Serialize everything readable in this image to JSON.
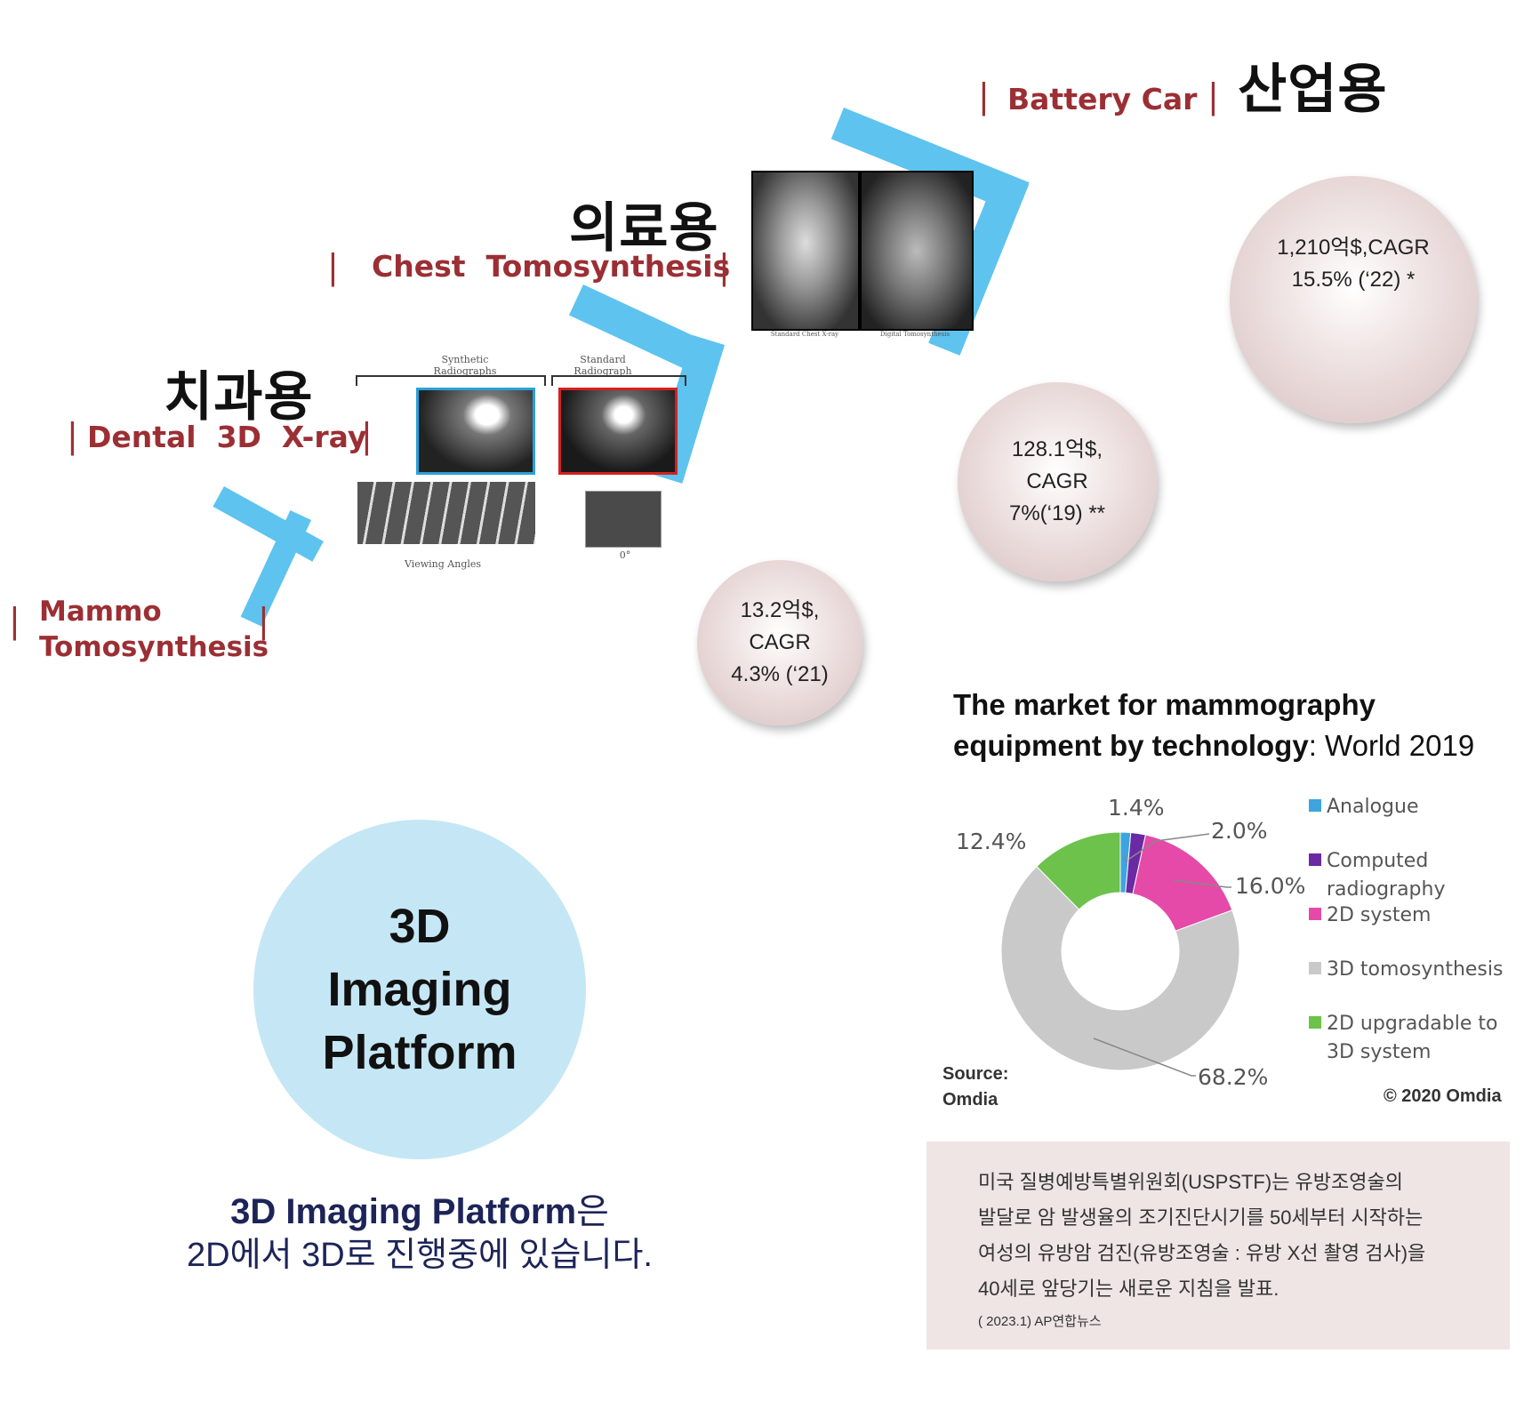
{
  "categories": {
    "mammo": {
      "en_line1": "Mammo",
      "en_line2": "Tomosynthesis"
    },
    "dental": {
      "ko": "치과용",
      "en": "Dental  3D  X-ray"
    },
    "chest": {
      "ko": "의료용",
      "en": "Chest  Tomosynthesis"
    },
    "industrial": {
      "ko": "산업용",
      "en": "Battery Car"
    }
  },
  "dental_figure": {
    "synthetic_label": "Synthetic Radiographs",
    "standard_label": "Standard Radiograph",
    "viewing_angles": "Viewing Angles",
    "zero_label": "0°"
  },
  "chest_figure": {
    "left_caption": "Standard Chest X-ray",
    "right_caption": "Digital Tomosynthesis"
  },
  "bubbles": {
    "mammo": [
      "13.2억$,",
      "CAGR",
      "4.3% (‘21)"
    ],
    "chest": [
      "128.1억$,",
      "CAGR",
      "7%(‘19) **"
    ],
    "industrial": [
      "1,210억$,CAGR",
      "15.5% (‘22) *"
    ]
  },
  "platform": {
    "circle_lines": [
      "3D",
      "Imaging",
      "Platform"
    ],
    "desc_bold": "3D Imaging Platform",
    "desc_suffix": "은",
    "desc_line2": "2D에서 3D로 진행중에 있습니다."
  },
  "chart_title": {
    "bold": "The market for mammography equipment by technology",
    "normal": ": World 2019"
  },
  "chart_data": {
    "type": "pie",
    "title": "The market for mammography equipment by technology: World 2019",
    "labels": [
      "Analogue",
      "Computed radiography",
      "2D system",
      "3D tomosynthesis",
      "2D upgradable to 3D system"
    ],
    "values": [
      1.4,
      2.0,
      16.0,
      68.2,
      12.4
    ],
    "value_labels": [
      "1.4%",
      "2.0%",
      "16.0%",
      "68.2%",
      "12.4%"
    ],
    "colors": [
      "#3da4e0",
      "#6a2aa3",
      "#e54aa8",
      "#c9c9c9",
      "#6cc24a"
    ],
    "legend_position": "right",
    "source": "Source: Omdia",
    "copyright": "© 2020 Omdia"
  },
  "legend": [
    {
      "color": "#3da4e0",
      "lines": [
        "Analogue"
      ]
    },
    {
      "color": "#6a2aa3",
      "lines": [
        "Computed",
        "radiography"
      ]
    },
    {
      "color": "#e54aa8",
      "lines": [
        "2D system"
      ]
    },
    {
      "color": "#c9c9c9",
      "lines": [
        "3D tomosynthesis"
      ]
    },
    {
      "color": "#6cc24a",
      "lines": [
        "2D upgradable to",
        "3D system"
      ]
    }
  ],
  "source": {
    "line1": "Source:",
    "line2": "Omdia"
  },
  "copyright": "© 2020 Omdia",
  "news": {
    "lines": [
      "미국 질병예방특별위원회(USPSTF)는 유방조영술의",
      "발달로 암 발생율의 조기진단시기를 50세부터 시작하는",
      "여성의 유방암 검진(유방조영술 : 유방 X선 촬영 검사)을",
      "40세로 앞당기는 새로운 지침을 발표."
    ],
    "source": "( 2023.1) AP연합뉴스"
  },
  "colors": {
    "accent_blue": "#5ec3ee",
    "label_red": "#9b2f34",
    "platform_circle": "#c5e7f5",
    "navy": "#1c2458",
    "news_bg": "#efe5e5"
  }
}
